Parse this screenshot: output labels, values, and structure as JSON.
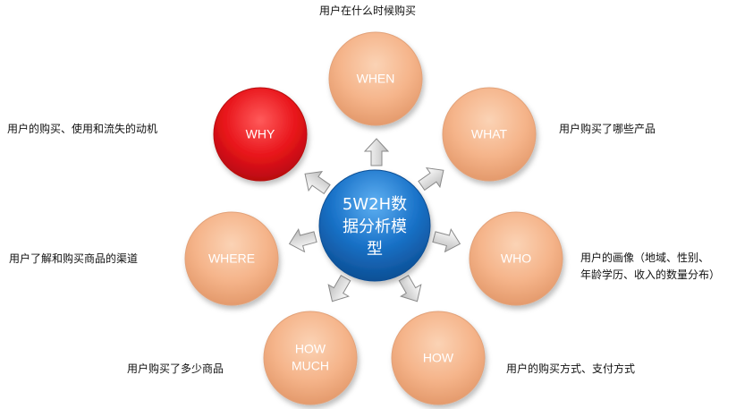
{
  "center": {
    "line1": "5W2H数",
    "line2": "据分析模",
    "line3": "型",
    "color": "#1a73c9"
  },
  "nodes": {
    "when": "WHEN",
    "what": "WHAT",
    "who": "WHO",
    "how": "HOW",
    "how_much_line1": "HOW",
    "how_much_line2": "MUCH",
    "where": "WHERE",
    "why": "WHY"
  },
  "captions": {
    "when": "用户在什么时候购买",
    "what": "用户购买了哪些产品",
    "who_line1": "用户的画像（地域、性别、",
    "who_line2": "年龄学历、收入的数量分布）",
    "how": "用户的购买方式、支付方式",
    "how_much": "用户购买了多少商品",
    "where": "用户了解和购买商品的渠道",
    "why": "用户的购买、使用和流失的动机"
  },
  "colors": {
    "node": "#f5b48a",
    "highlight": "#e8141a",
    "arrow": "#d9d9d9"
  }
}
